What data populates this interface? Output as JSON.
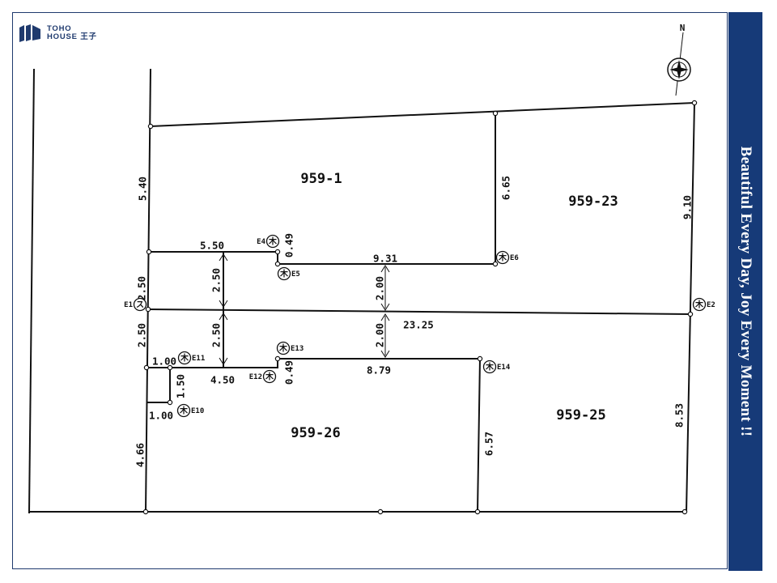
{
  "brand": {
    "line1": "TOHO",
    "line2": "HOUSE",
    "line2_suffix": "王子"
  },
  "tagline": "Beautiful  Every Day, Joy Every Moment !!",
  "compass": {
    "north": "N"
  },
  "lots": [
    "959-1",
    "959-23",
    "959-26",
    "959-25"
  ],
  "dimensions": [
    "5.40",
    "2.50",
    "2.50",
    "4.66",
    "5.50",
    "2.50",
    "2.50",
    "0.49",
    "9.31",
    "2.00",
    "2.00",
    "23.25",
    "6.65",
    "9.10",
    "1.00",
    "1.00",
    "1.50",
    "4.50",
    "0.49",
    "8.79",
    "6.57",
    "8.53"
  ],
  "markers": [
    "E1",
    "E2",
    "E4",
    "E5",
    "E6",
    "E10",
    "E11",
    "E12",
    "E13",
    "E14"
  ],
  "marker_glyphs": {
    "wood": "木",
    "other": "ス"
  },
  "colors": {
    "navy": "#163a78",
    "frame": "#1f3a6e",
    "ink": "#111111"
  }
}
